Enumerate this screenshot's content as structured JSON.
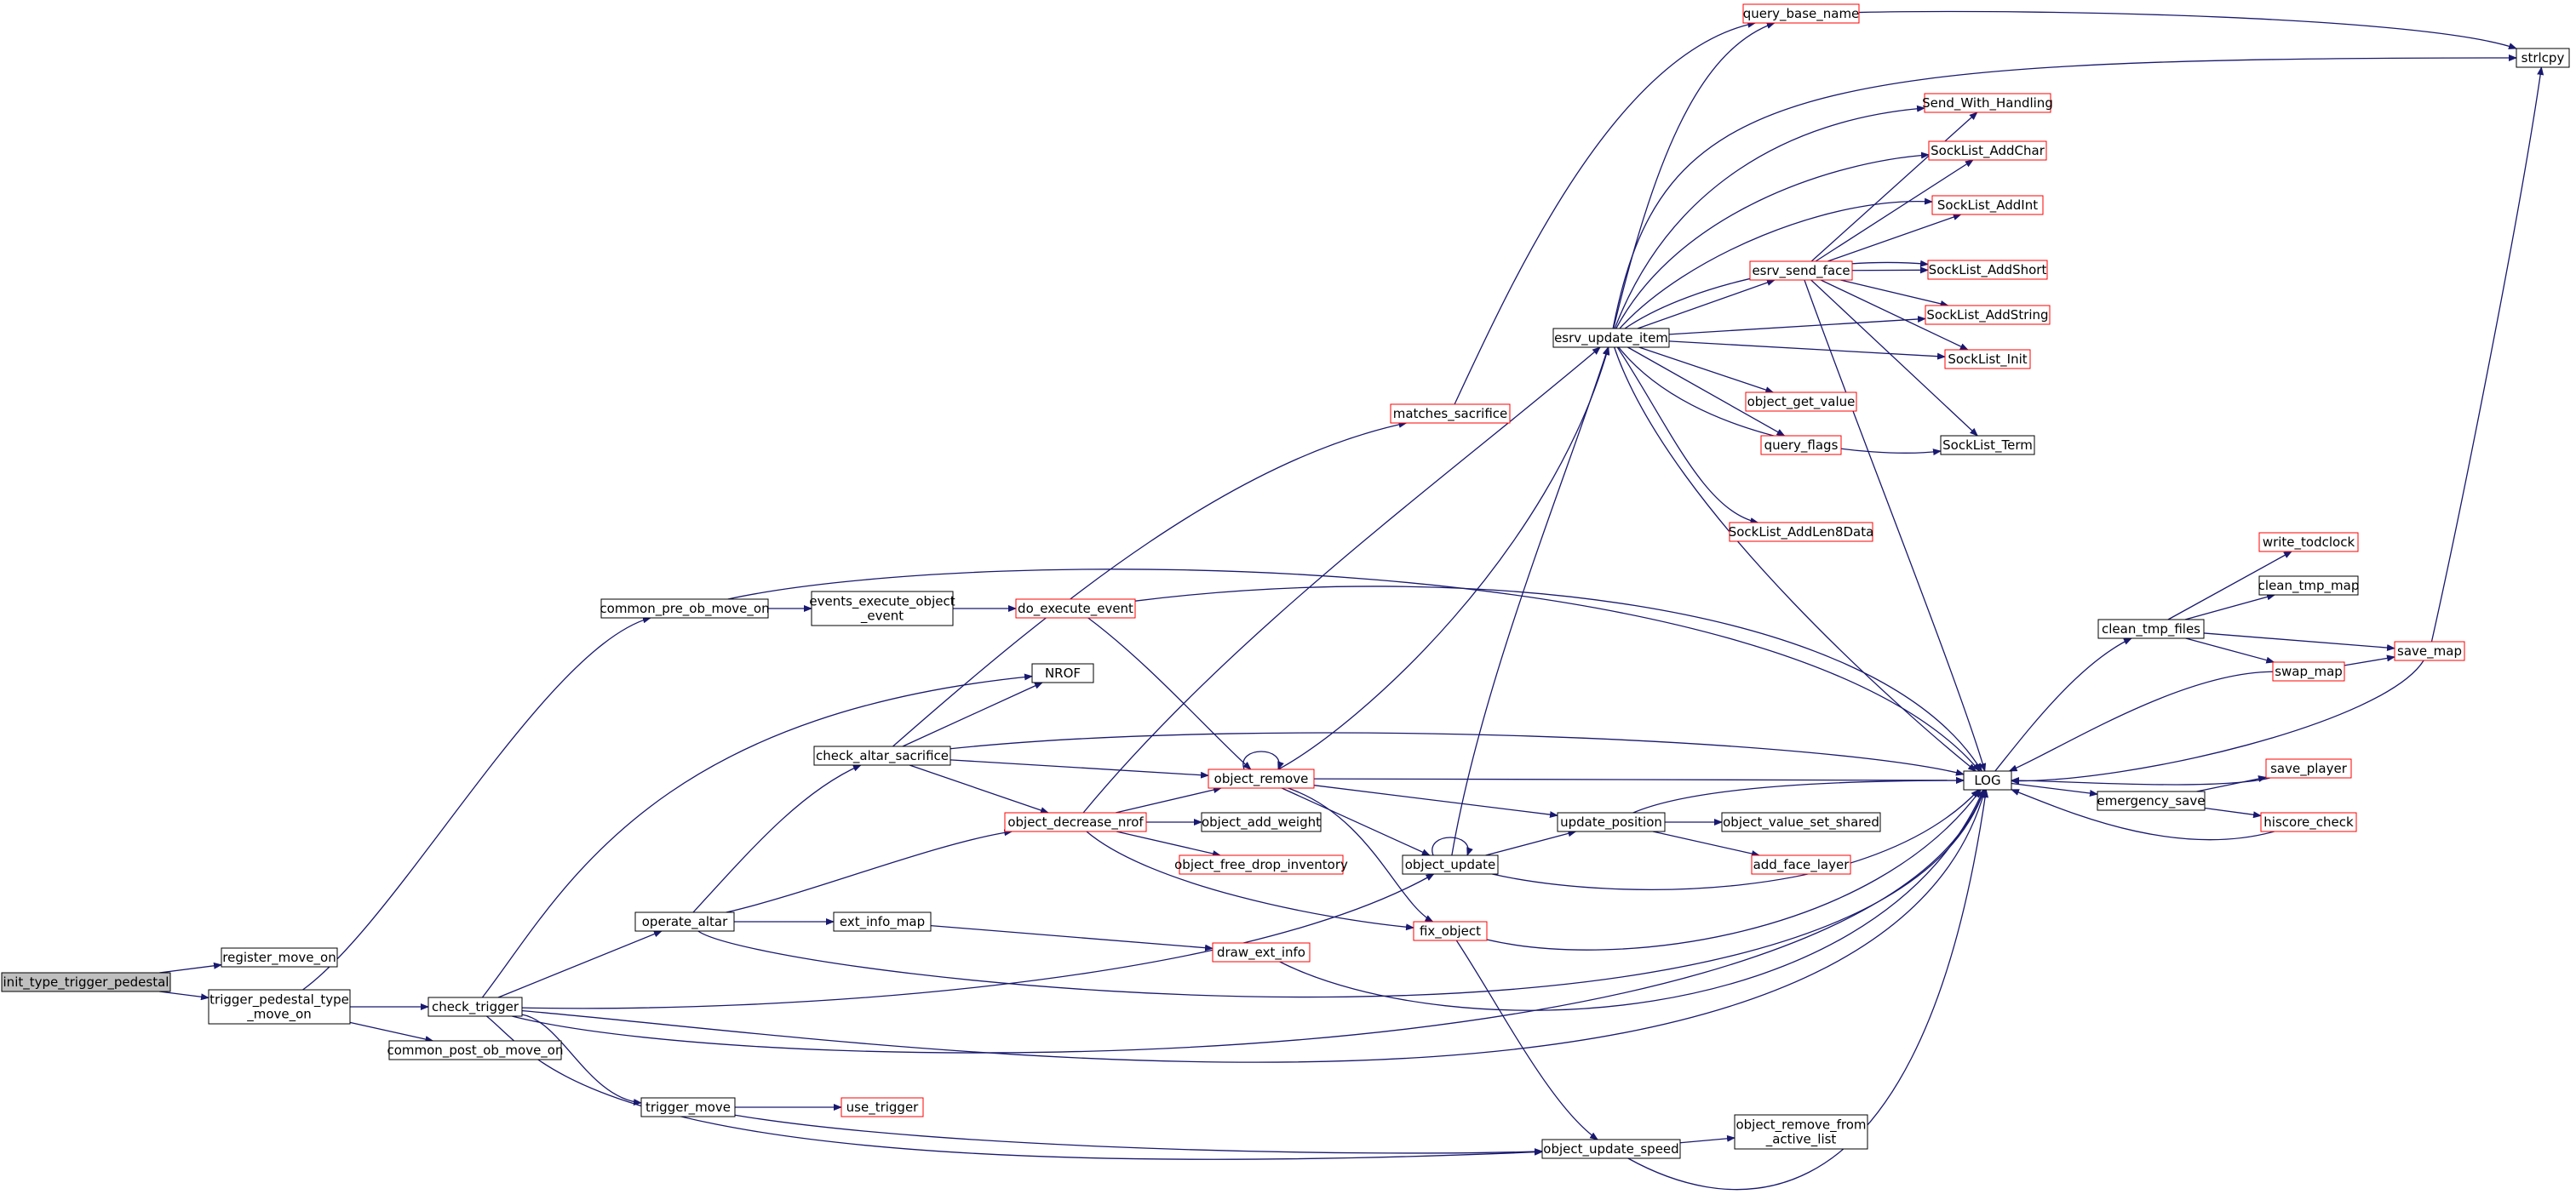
{
  "graph": {
    "colors": {
      "edge": "#191970",
      "node_border": "#000000",
      "node_border_external": "#ff0000",
      "node_fill": "#ffffff",
      "root_fill": "#bfbfbf",
      "text": "#000000"
    },
    "nodes": [
      {
        "id": "init_type_trigger_pedestal",
        "lines": [
          "init_type_trigger_pedestal"
        ],
        "style": "root"
      },
      {
        "id": "register_move_on",
        "lines": [
          "register_move_on"
        ],
        "style": "normal"
      },
      {
        "id": "trigger_pedestal_type_move_on",
        "lines": [
          "trigger_pedestal_type",
          "_move_on"
        ],
        "style": "normal"
      },
      {
        "id": "common_pre_ob_move_on",
        "lines": [
          "common_pre_ob_move_on"
        ],
        "style": "normal"
      },
      {
        "id": "check_trigger",
        "lines": [
          "check_trigger"
        ],
        "style": "normal"
      },
      {
        "id": "common_post_ob_move_on",
        "lines": [
          "common_post_ob_move_on"
        ],
        "style": "normal"
      },
      {
        "id": "events_execute_object_event",
        "lines": [
          "events_execute_object",
          "_event"
        ],
        "style": "normal"
      },
      {
        "id": "do_execute_event",
        "lines": [
          "do_execute_event"
        ],
        "style": "red"
      },
      {
        "id": "NROF",
        "lines": [
          "NROF"
        ],
        "style": "normal"
      },
      {
        "id": "check_altar_sacrifice",
        "lines": [
          "check_altar_sacrifice"
        ],
        "style": "normal"
      },
      {
        "id": "operate_altar",
        "lines": [
          "operate_altar"
        ],
        "style": "normal"
      },
      {
        "id": "ext_info_map",
        "lines": [
          "ext_info_map"
        ],
        "style": "normal"
      },
      {
        "id": "trigger_move",
        "lines": [
          "trigger_move"
        ],
        "style": "normal"
      },
      {
        "id": "use_trigger",
        "lines": [
          "use_trigger"
        ],
        "style": "red"
      },
      {
        "id": "matches_sacrifice",
        "lines": [
          "matches_sacrifice"
        ],
        "style": "red"
      },
      {
        "id": "object_decrease_nrof",
        "lines": [
          "object_decrease_nrof"
        ],
        "style": "red"
      },
      {
        "id": "object_remove",
        "lines": [
          "object_remove"
        ],
        "style": "red"
      },
      {
        "id": "object_add_weight",
        "lines": [
          "object_add_weight"
        ],
        "style": "normal"
      },
      {
        "id": "object_free_drop_inventory",
        "lines": [
          "object_free_drop_inventory"
        ],
        "style": "red"
      },
      {
        "id": "draw_ext_info",
        "lines": [
          "draw_ext_info"
        ],
        "style": "red"
      },
      {
        "id": "object_update",
        "lines": [
          "object_update"
        ],
        "style": "normal"
      },
      {
        "id": "fix_object",
        "lines": [
          "fix_object"
        ],
        "style": "red"
      },
      {
        "id": "query_base_name",
        "lines": [
          "query_base_name"
        ],
        "style": "red"
      },
      {
        "id": "esrv_update_item",
        "lines": [
          "esrv_update_item"
        ],
        "style": "normal"
      },
      {
        "id": "update_position",
        "lines": [
          "update_position"
        ],
        "style": "normal"
      },
      {
        "id": "object_update_speed",
        "lines": [
          "object_update_speed"
        ],
        "style": "normal"
      },
      {
        "id": "Send_With_Handling",
        "lines": [
          "Send_With_Handling"
        ],
        "style": "red"
      },
      {
        "id": "SockList_AddChar",
        "lines": [
          "SockList_AddChar"
        ],
        "style": "red"
      },
      {
        "id": "SockList_AddInt",
        "lines": [
          "SockList_AddInt"
        ],
        "style": "red"
      },
      {
        "id": "esrv_send_face",
        "lines": [
          "esrv_send_face"
        ],
        "style": "red"
      },
      {
        "id": "SockList_AddShort",
        "lines": [
          "SockList_AddShort"
        ],
        "style": "red"
      },
      {
        "id": "SockList_AddString",
        "lines": [
          "SockList_AddString"
        ],
        "style": "red"
      },
      {
        "id": "SockList_Init",
        "lines": [
          "SockList_Init"
        ],
        "style": "red"
      },
      {
        "id": "object_get_value",
        "lines": [
          "object_get_value"
        ],
        "style": "red"
      },
      {
        "id": "query_flags",
        "lines": [
          "query_flags"
        ],
        "style": "red"
      },
      {
        "id": "SockList_Term",
        "lines": [
          "SockList_Term"
        ],
        "style": "normal"
      },
      {
        "id": "SockList_AddLen8Data",
        "lines": [
          "SockList_AddLen8Data"
        ],
        "style": "red"
      },
      {
        "id": "object_value_set_shared",
        "lines": [
          "object_value_set_shared"
        ],
        "style": "normal"
      },
      {
        "id": "add_face_layer",
        "lines": [
          "add_face_layer"
        ],
        "style": "red"
      },
      {
        "id": "object_remove_from_active_list",
        "lines": [
          "object_remove_from",
          "_active_list"
        ],
        "style": "normal"
      },
      {
        "id": "LOG",
        "lines": [
          "LOG"
        ],
        "style": "normal"
      },
      {
        "id": "clean_tmp_files",
        "lines": [
          "clean_tmp_files"
        ],
        "style": "normal"
      },
      {
        "id": "emergency_save",
        "lines": [
          "emergency_save"
        ],
        "style": "normal"
      },
      {
        "id": "write_todclock",
        "lines": [
          "write_todclock"
        ],
        "style": "red"
      },
      {
        "id": "clean_tmp_map",
        "lines": [
          "clean_tmp_map"
        ],
        "style": "normal"
      },
      {
        "id": "swap_map",
        "lines": [
          "swap_map"
        ],
        "style": "red"
      },
      {
        "id": "save_map",
        "lines": [
          "save_map"
        ],
        "style": "red"
      },
      {
        "id": "save_player",
        "lines": [
          "save_player"
        ],
        "style": "red"
      },
      {
        "id": "hiscore_check",
        "lines": [
          "hiscore_check"
        ],
        "style": "red"
      },
      {
        "id": "strlcpy",
        "lines": [
          "strlcpy"
        ],
        "style": "normal"
      }
    ]
  }
}
